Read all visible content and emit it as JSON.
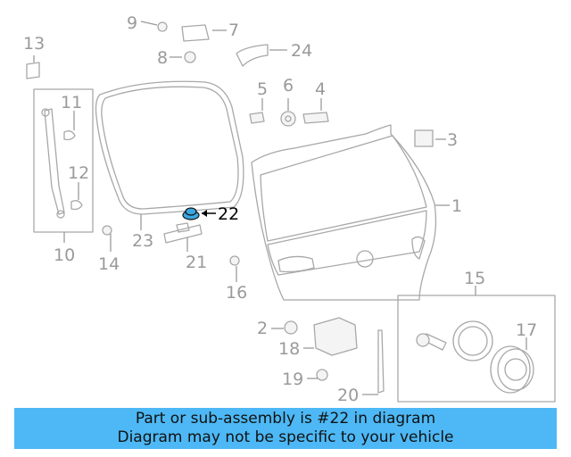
{
  "labels": {
    "n1": "1",
    "n2": "2",
    "n3": "3",
    "n4": "4",
    "n5": "5",
    "n6": "6",
    "n7": "7",
    "n8": "8",
    "n9": "9",
    "n10": "10",
    "n11": "11",
    "n12": "12",
    "n13": "13",
    "n14": "14",
    "n15": "15",
    "n16": "16",
    "n17": "17",
    "n18": "18",
    "n19": "19",
    "n20": "20",
    "n21": "21",
    "n22": "22",
    "n23": "23",
    "n24": "24"
  },
  "highlight": {
    "part_number": "22",
    "color": "#3aa7e0"
  },
  "banner": {
    "line1": "Part or sub-assembly is #22 in diagram",
    "line2": "Diagram may not be specific to your vehicle",
    "background": "#4db8f5"
  }
}
